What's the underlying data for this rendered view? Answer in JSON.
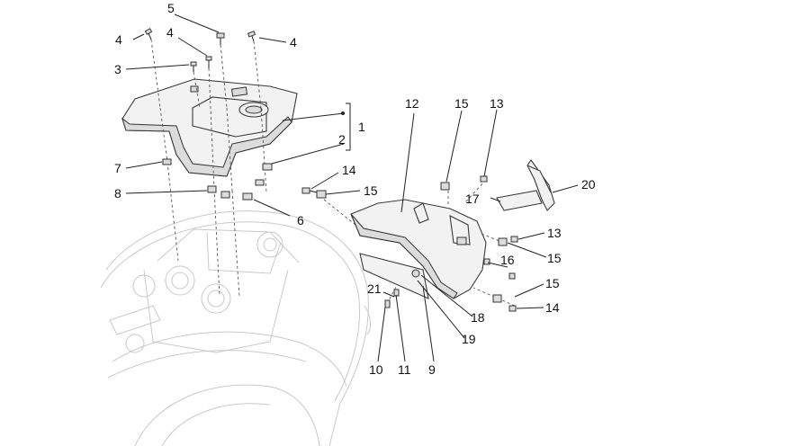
{
  "labels": {
    "l1": "1",
    "l2": "2",
    "l3": "3",
    "l4a": "4",
    "l4b": "4",
    "l4c": "4",
    "l5": "5",
    "l6": "6",
    "l7": "7",
    "l8": "8",
    "l9": "9",
    "l10": "10",
    "l11": "11",
    "l12": "12",
    "l13a": "13",
    "l13b": "13",
    "l14a": "14",
    "l14b": "14",
    "l15a": "15",
    "l15b": "15",
    "l15c": "15",
    "l15d": "15",
    "l16": "16",
    "l17": "17",
    "l18": "18",
    "l19": "19",
    "l20": "20",
    "l21": "21"
  }
}
